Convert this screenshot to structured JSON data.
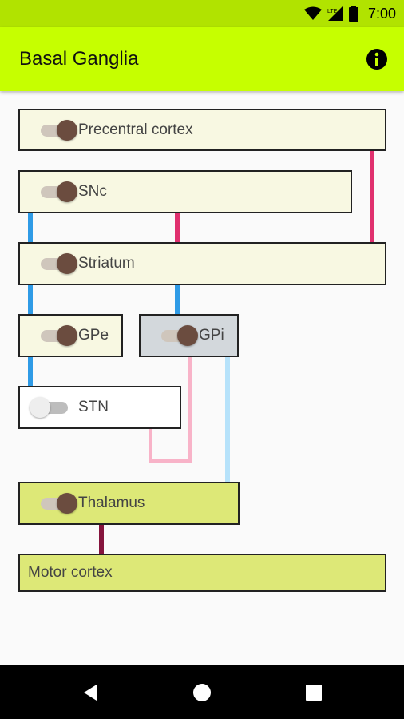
{
  "status": {
    "time": "7:00",
    "network": "LTE"
  },
  "app": {
    "title": "Basal Ganglia"
  },
  "nodes": {
    "precentral": {
      "label": "Precentral cortex",
      "toggle": "on"
    },
    "snc": {
      "label": "SNc",
      "toggle": "on"
    },
    "striatum": {
      "label": "Striatum",
      "toggle": "on"
    },
    "gpe": {
      "label": "GPe",
      "toggle": "on"
    },
    "gpi": {
      "label": "GPi",
      "toggle": "on"
    },
    "stn": {
      "label": "STN",
      "toggle": "off"
    },
    "thalamus": {
      "label": "Thalamus",
      "toggle": "on"
    },
    "motor": {
      "label": "Motor cortex"
    }
  },
  "colors": {
    "app_bar": "#c6ff00",
    "status_bar": "#b1e300",
    "dopamine_blue": "#2f9be6",
    "excitatory_pink": "#e0306e",
    "light_pink": "#f8b3c8",
    "light_blue": "#b6e2fa",
    "maroon": "#85143d"
  }
}
